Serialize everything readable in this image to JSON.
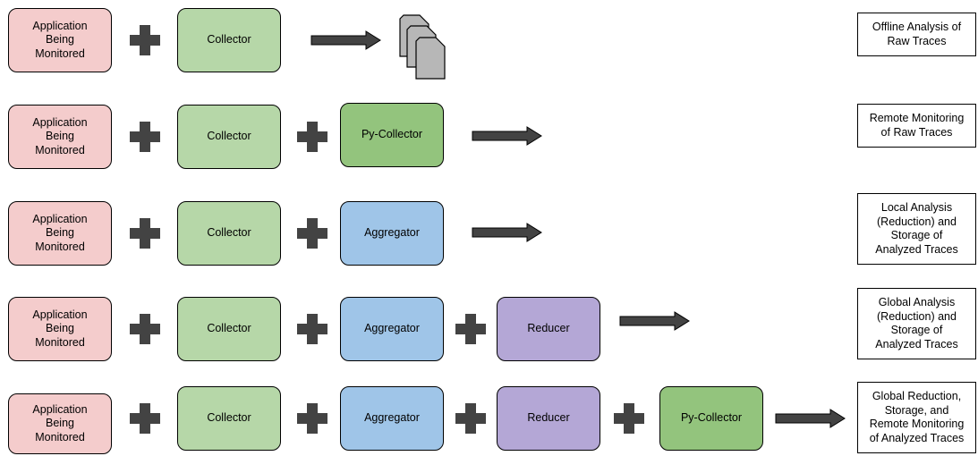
{
  "rows": [
    {
      "components": [
        "Application\nBeing\nMonitored",
        "Collector"
      ],
      "result": "Offline Analysis of\nRaw Traces"
    },
    {
      "components": [
        "Application\nBeing\nMonitored",
        "Collector",
        "Py-Collector"
      ],
      "result": "Remote Monitoring\nof Raw Traces"
    },
    {
      "components": [
        "Application\nBeing\nMonitored",
        "Collector",
        "Aggregator"
      ],
      "result": "Local Analysis\n(Reduction) and\nStorage of\nAnalyzed Traces"
    },
    {
      "components": [
        "Application\nBeing\nMonitored",
        "Collector",
        "Aggregator",
        "Reducer"
      ],
      "result": "Global Analysis\n(Reduction) and\nStorage of\nAnalyzed Traces"
    },
    {
      "components": [
        "Application\nBeing\nMonitored",
        "Collector",
        "Aggregator",
        "Reducer",
        "Py-Collector"
      ],
      "result": "Global Reduction,\nStorage, and\nRemote Monitoring\nof Analyzed Traces"
    }
  ],
  "icons": {
    "plus": "plus-icon",
    "arrow": "right-arrow-icon",
    "files": "trace-files-icon"
  },
  "colors": {
    "application": "#f4cccc",
    "collector": "#b6d7a8",
    "py_collector": "#93c47d",
    "aggregator": "#9fc5e8",
    "reducer": "#b4a7d6",
    "connector": "#434343"
  }
}
